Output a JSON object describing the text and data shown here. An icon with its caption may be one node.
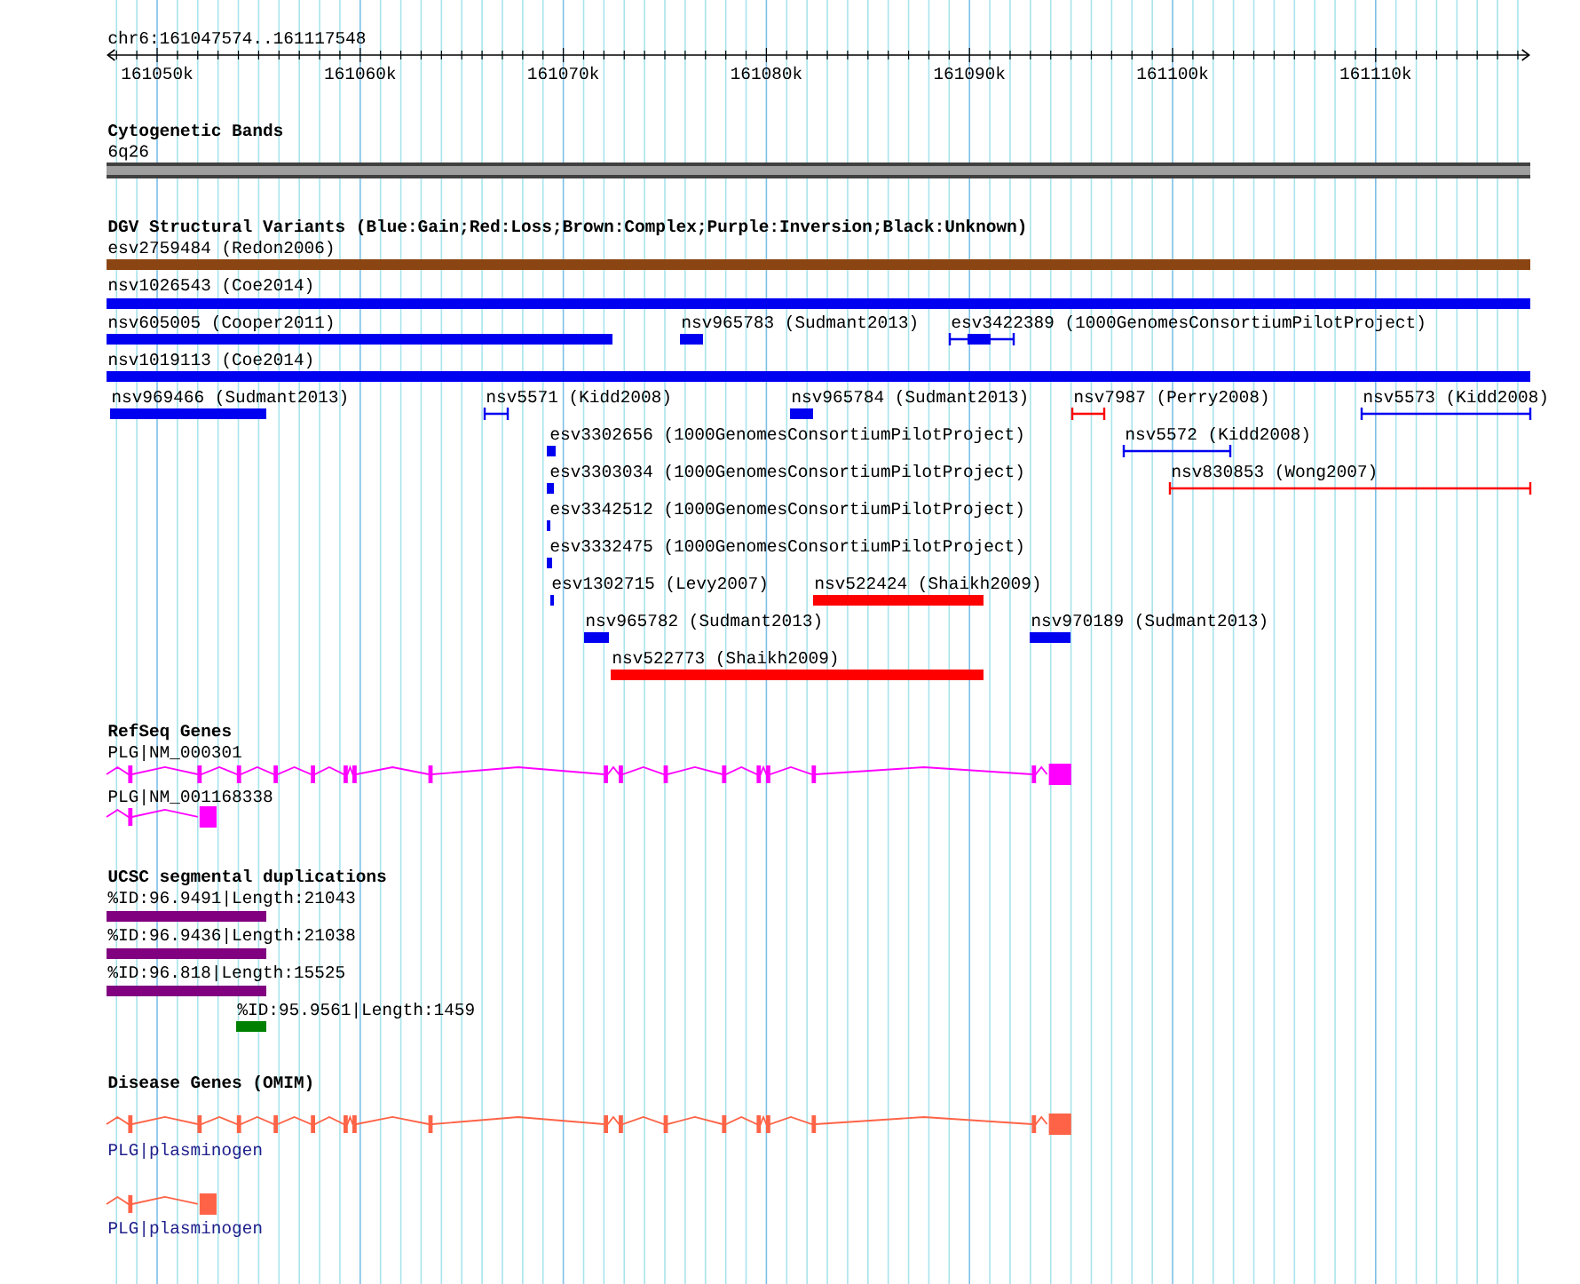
{
  "diagram": {
    "nodes": [
      {
        "text": [
          "6q26"
        ]
      },
      {
        "text": [
          "esv2759484 (Redon2006)"
        ]
      },
      {
        "text": [
          "nsv1026543 (Coe2014)"
        ]
      },
      {
        "text": [
          "nsv605005 (Cooper2011)"
        ]
      },
      {
        "text": [
          "nsv965783 (Sudmant2013)"
        ]
      },
      {
        "text": [
          "esv3422389 (1000GenomesConsortiumPilotProject)"
        ]
      },
      {
        "text": [
          "nsv1019113 (Coe2014)"
        ]
      },
      {
        "text": [
          "nsv969466 (Sudmant2013)"
        ]
      },
      {
        "text": [
          "nsv5571 (Kidd2008)"
        ]
      },
      {
        "text": [
          "nsv965784 (Sudmant2013)"
        ]
      },
      {
        "text": [
          "nsv7987 (Perry2008)"
        ]
      },
      {
        "text": [
          "nsv5573 (Kidd2008)"
        ]
      },
      {
        "text": [
          "esv3302656 (1000GenomesConsortiumPilotProject)"
        ]
      },
      {
        "text": [
          "nsv5572 (Kidd2008)"
        ]
      },
      {
        "text": [
          "esv3303034 (1000GenomesConsortiumPilotProject)"
        ]
      },
      {
        "text": [
          "nsv830853 (Wong2007)"
        ]
      },
      {
        "text": [
          "esv3342512 (1000GenomesConsortiumPilotProject)"
        ]
      },
      {
        "text": [
          "esv3332475 (1000GenomesConsortiumPilotProject)"
        ]
      },
      {
        "text": [
          "esv1302715 (Levy2007)"
        ]
      },
      {
        "text": [
          "nsv522424 (Shaikh2009)"
        ]
      },
      {
        "text": [
          "nsv965782 (Sudmant2013)"
        ]
      },
      {
        "text": [
          "nsv970189 (Sudmant2013)"
        ]
      },
      {
        "text": [
          "nsv522773 (Shaikh2009)"
        ]
      },
      {
        "text": [
          "PLG|NM_000301"
        ]
      },
      {
        "text": [
          "PLG|NM_001168338"
        ]
      },
      {
        "text": [
          "%ID:96.9491|Length:21043"
        ]
      },
      {
        "text": [
          "%ID:96.9436|Length:21038"
        ]
      },
      {
        "text": [
          "%ID:96.818|Length:15525"
        ]
      },
      {
        "text": [
          "%ID:95.9561|Length:1459"
        ]
      },
      {
        "text": [
          "PLG|plasminogen"
        ]
      },
      {
        "text": [
          "PLG|plasminogen"
        ]
      }
    ],
    "labels": [
      "chr6:161047574..161117548",
      "161050k",
      "161060k",
      "161070k",
      "161080k",
      "161090k",
      "161100k",
      "161110k",
      "Cytogenetic Bands",
      "DGV Structural Variants (Blue:Gain;Red:Loss;Brown:Complex;Purple:Inversion;Black:Unknown)",
      "RefSeq Genes",
      "UCSC segmental duplications",
      "Disease Genes (OMIM)"
    ]
  }
}
